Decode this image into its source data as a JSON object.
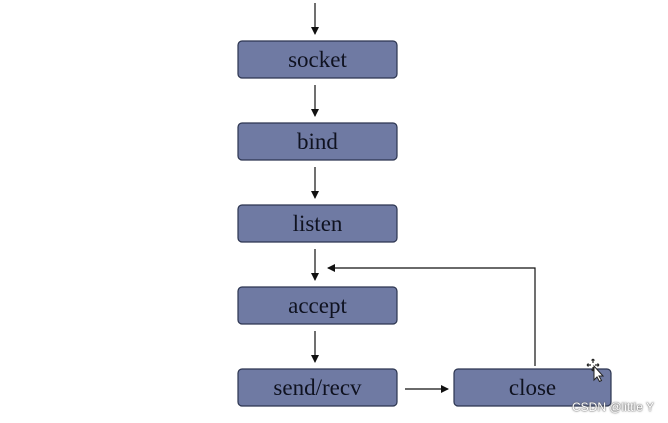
{
  "nodes": {
    "socket": {
      "label": "socket"
    },
    "bind": {
      "label": "bind"
    },
    "listen": {
      "label": "listen"
    },
    "accept": {
      "label": "accept"
    },
    "sendrecv": {
      "label": "send/recv"
    },
    "close": {
      "label": "close"
    }
  },
  "watermark": "CSDN @little Y",
  "icons": {
    "cursor": "move-cursor-icon"
  },
  "colors": {
    "node_fill": "#6f7aa3",
    "node_stroke": "#2c3550",
    "edge": "#111111"
  }
}
